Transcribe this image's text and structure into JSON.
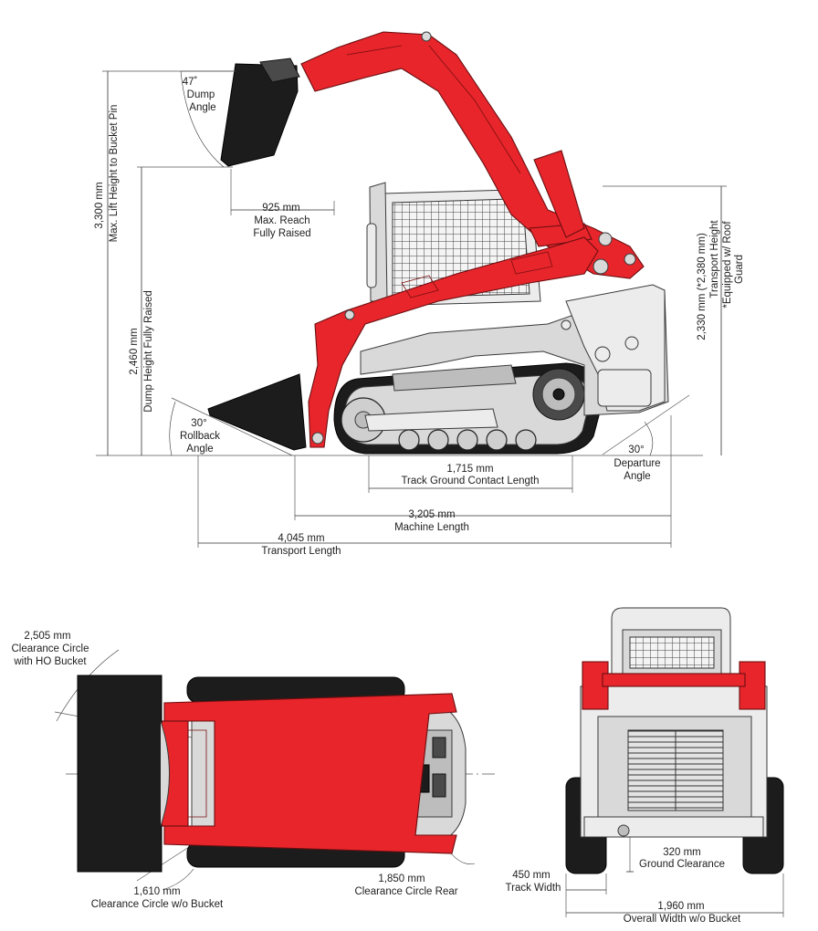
{
  "side_view": {
    "dump_angle": {
      "value": "47˚",
      "label_1": "Dump",
      "label_2": "Angle"
    },
    "lift_height": {
      "value": "3,300 mm",
      "label": "Max. Lift Height to Bucket Pin"
    },
    "max_reach": {
      "value": "925 mm",
      "label_1": "Max. Reach",
      "label_2": "Fully Raised"
    },
    "dump_height": {
      "value": "2,460 mm",
      "label": "Dump Height Fully Raised"
    },
    "transport_height": {
      "value": "2,330 mm (*2,380 mm)",
      "label": "Transport Height",
      "note_1": "*Equipped w/ Roof",
      "note_2": "Guard"
    },
    "rollback_angle": {
      "value": "30°",
      "label_1": "Rollback",
      "label_2": "Angle"
    },
    "departure_angle": {
      "value": "30°",
      "label_1": "Departure",
      "label_2": "Angle"
    },
    "track_contact": {
      "value": "1,715 mm",
      "label": "Track Ground Contact Length"
    },
    "machine_length": {
      "value": "3,205 mm",
      "label": "Machine Length"
    },
    "transport_length": {
      "value": "4,045 mm",
      "label": "Transport Length"
    }
  },
  "top_view": {
    "clearance_ho": {
      "value": "2,505 mm",
      "label_1": "Clearance Circle",
      "label_2": "with HO Bucket"
    },
    "clearance_no_bucket": {
      "value": "1,610 mm",
      "label": "Clearance Circle w/o Bucket"
    },
    "clearance_rear": {
      "value": "1,850 mm",
      "label": "Clearance Circle Rear"
    }
  },
  "rear_view": {
    "ground_clearance": {
      "value": "320 mm",
      "label": "Ground Clearance"
    },
    "track_width": {
      "value": "450 mm",
      "label": "Track Width"
    },
    "overall_width": {
      "value": "1,960 mm",
      "label": "Overall Width w/o Bucket"
    }
  },
  "colors": {
    "machine_red": "#e8252b",
    "body_gray": "#d9d9d9",
    "track_black": "#1c1c1c"
  }
}
